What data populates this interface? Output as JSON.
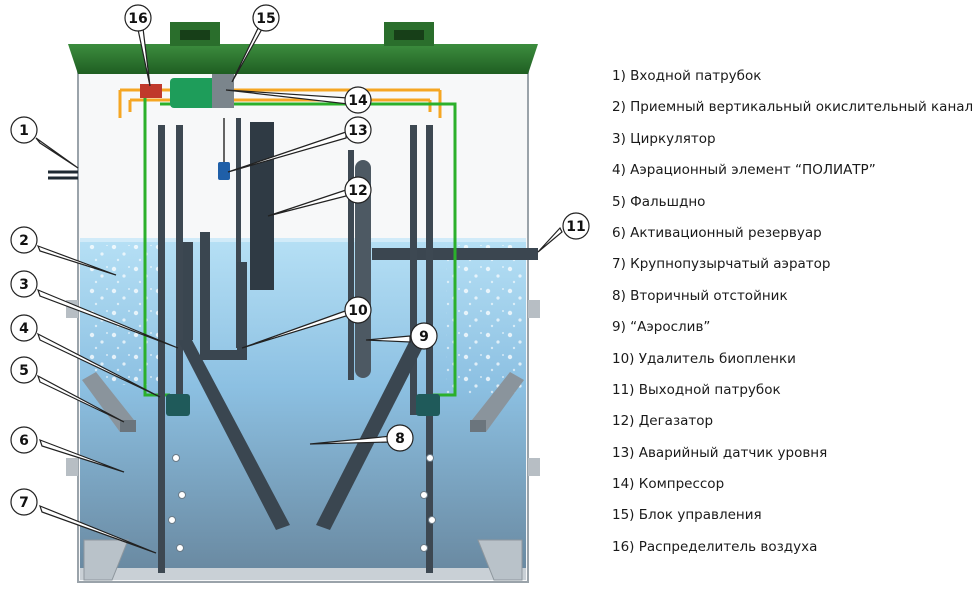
{
  "legend": [
    {
      "num": "1",
      "text": "1) Входной патрубок"
    },
    {
      "num": "2",
      "text": "2) Приемный вертикальный окислительный канал"
    },
    {
      "num": "3",
      "text": "3) Циркулятор"
    },
    {
      "num": "4",
      "text": "4) Аэрационный элемент “ПОЛИАТР”"
    },
    {
      "num": "5",
      "text": "5) Фальшдно"
    },
    {
      "num": "6",
      "text": "6) Активационный резервуар"
    },
    {
      "num": "7",
      "text": "7) Крупнопузырчатый аэратор"
    },
    {
      "num": "8",
      "text": "8) Вторичный отстойник"
    },
    {
      "num": "9",
      "text": "9) “Аэрослив”"
    },
    {
      "num": "10",
      "text": "10) Удалитель биопленки"
    },
    {
      "num": "11",
      "text": "11) Выходной патрубок"
    },
    {
      "num": "12",
      "text": "12) Дегазатор"
    },
    {
      "num": "13",
      "text": "13) Аварийный датчик уровня"
    },
    {
      "num": "14",
      "text": "14) Компрессор"
    },
    {
      "num": "15",
      "text": "15) Блок управления"
    },
    {
      "num": "16",
      "text": "16) Распределитель воздуха"
    }
  ],
  "callouts": [
    "1",
    "2",
    "3",
    "4",
    "5",
    "6",
    "7",
    "8",
    "9",
    "10",
    "11",
    "12",
    "13",
    "14",
    "15",
    "16"
  ],
  "colors": {
    "lid": "#2e7d32",
    "water_top": "#a9d8f0",
    "water_bottom": "#6d8ea6",
    "pipe": "#3f4a54",
    "air_line": "#f5a623",
    "green_line": "#2bb02b"
  }
}
